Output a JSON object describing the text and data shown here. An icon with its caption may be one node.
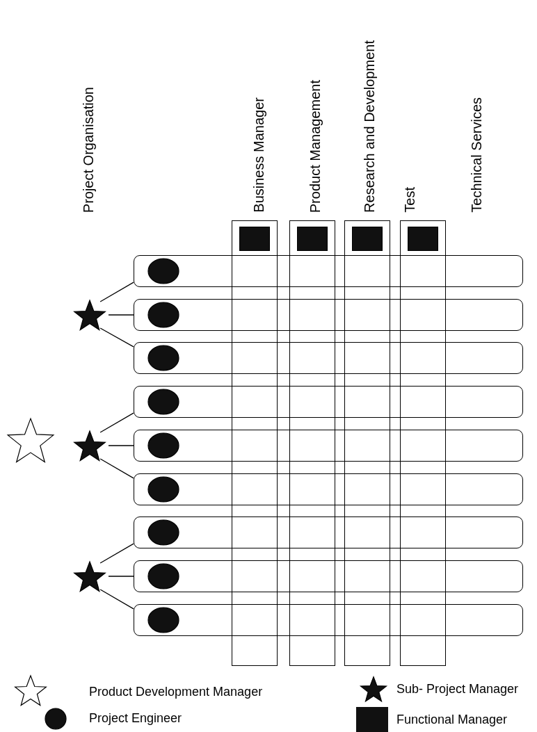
{
  "diagram": {
    "nodes": [
      {
        "text": [],
        "shape": "box"
      },
      {
        "text": [],
        "shape": "square",
        "in": 0
      },
      {
        "text": [],
        "shape": "box"
      },
      {
        "text": [],
        "shape": "square",
        "in": 2
      },
      {
        "text": [],
        "shape": "box"
      },
      {
        "text": [],
        "shape": "square",
        "in": 4
      },
      {
        "text": [],
        "shape": "box"
      },
      {
        "text": [],
        "shape": "square",
        "in": 6
      },
      {
        "text": [],
        "shape": "star"
      },
      {
        "text": [],
        "shape": "star"
      },
      {
        "text": [],
        "shape": "star"
      },
      {
        "text": [],
        "shape": "star"
      },
      {
        "text": [],
        "shape": "box"
      },
      {
        "text": [],
        "shape": "ellipse",
        "in": 12
      },
      {
        "text": [],
        "shape": "box"
      },
      {
        "text": [],
        "shape": "ellipse",
        "in": 14
      },
      {
        "text": [],
        "shape": "box"
      },
      {
        "text": [],
        "shape": "ellipse",
        "in": 16
      },
      {
        "text": [],
        "shape": "box"
      },
      {
        "text": [],
        "shape": "ellipse",
        "in": 18
      },
      {
        "text": [],
        "shape": "box"
      },
      {
        "text": [],
        "shape": "ellipse",
        "in": 20
      },
      {
        "text": [],
        "shape": "box"
      },
      {
        "text": [],
        "shape": "ellipse",
        "in": 22
      },
      {
        "text": [],
        "shape": "box"
      },
      {
        "text": [],
        "shape": "ellipse",
        "in": 24
      },
      {
        "text": [],
        "shape": "box"
      },
      {
        "text": [],
        "shape": "ellipse",
        "in": 26
      },
      {
        "text": [],
        "shape": "box"
      },
      {
        "text": [],
        "shape": "ellipse",
        "in": 28
      }
    ],
    "edges": [
      {
        "from": 9,
        "to": 12,
        "arrow": "none"
      },
      {
        "from": 9,
        "to": 14,
        "arrow": "none"
      },
      {
        "from": 9,
        "to": 16,
        "arrow": "none"
      },
      {
        "from": 10,
        "to": 18,
        "arrow": "none"
      },
      {
        "from": 10,
        "to": 20,
        "arrow": "none"
      },
      {
        "from": 10,
        "to": 22,
        "arrow": "none"
      },
      {
        "from": 11,
        "to": 24,
        "arrow": "none"
      },
      {
        "from": 11,
        "to": 26,
        "arrow": "none"
      },
      {
        "from": 11,
        "to": 28,
        "arrow": "none"
      }
    ],
    "labels": [
      "Project Organisation",
      "Business Manager",
      "Product Management",
      "Research and Development",
      "Test",
      "Technical Services"
    ],
    "legend": [
      {
        "text": "Product Development Manager"
      },
      {
        "text": "Sub- Project Manager"
      },
      {
        "text": "Project Engineer"
      },
      {
        "text": "Functional Manager"
      }
    ]
  }
}
